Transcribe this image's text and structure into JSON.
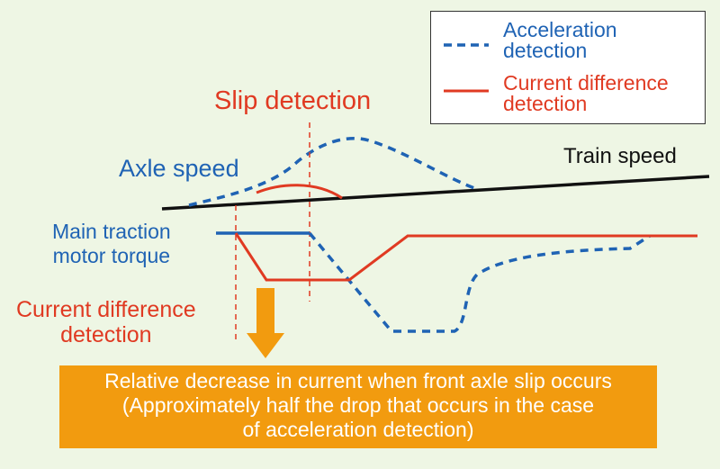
{
  "colors": {
    "background": "#eef6e4",
    "blue": "#1f63b4",
    "red": "#e03a22",
    "black": "#111111",
    "orange": "#f29b0f"
  },
  "legend": {
    "acceleration": [
      "Acceleration",
      "detection"
    ],
    "current_difference": [
      "Current difference",
      "detection"
    ]
  },
  "labels": {
    "slip_detection": "Slip detection",
    "axle_speed": "Axle speed",
    "train_speed": "Train speed",
    "main_traction_torque": [
      "Main traction",
      "motor torque"
    ],
    "current_difference_detection": [
      "Current difference",
      "detection"
    ]
  },
  "callout": {
    "lines": [
      "Relative decrease in current when front axle slip occurs",
      "(Approximately half the drop that occurs in the case",
      "of acceleration detection)"
    ]
  },
  "icons": {
    "down_arrow": "down-arrow-icon"
  }
}
